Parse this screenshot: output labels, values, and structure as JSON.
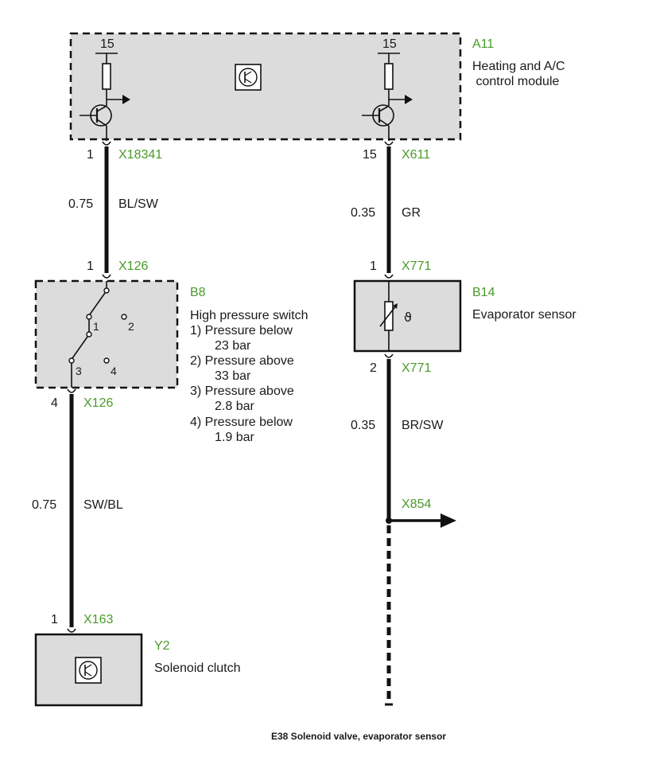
{
  "components": {
    "a11": {
      "id": "A11",
      "name_line1": "Heating and A/C",
      "name_line2": " control module",
      "supply_left": "15",
      "supply_right": "15"
    },
    "b8": {
      "id": "B8",
      "name": "High pressure switch",
      "notes": [
        "1) Pressure below",
        "23 bar",
        "2) Pressure above",
        "33 bar",
        "3) Pressure above",
        "2.8 bar",
        "4) Pressure below",
        "1.9 bar"
      ],
      "contacts": [
        "1",
        "2",
        "3",
        "4"
      ]
    },
    "b14": {
      "id": "B14",
      "name": "Evaporator sensor"
    },
    "y2": {
      "id": "Y2",
      "name": "Solenoid clutch"
    }
  },
  "connectors": {
    "x18341": {
      "pin": "1",
      "name": "X18341"
    },
    "x611": {
      "pin": "15",
      "name": "X611"
    },
    "x126_top": {
      "pin": "1",
      "name": "X126"
    },
    "x126_bottom": {
      "pin": "4",
      "name": "X126"
    },
    "x771_top": {
      "pin": "1",
      "name": "X771"
    },
    "x771_bottom": {
      "pin": "2",
      "name": "X771"
    },
    "x854": {
      "name": "X854"
    },
    "x163": {
      "pin": "1",
      "name": "X163"
    }
  },
  "wires": {
    "w1": {
      "size": "0.75",
      "color": "BL/SW"
    },
    "w2": {
      "size": "0.35",
      "color": "GR"
    },
    "w3": {
      "size": "0.35",
      "color": "BR/SW"
    },
    "w4": {
      "size": "0.75",
      "color": "SW/BL"
    }
  },
  "caption": "E38 Solenoid valve, evaporator sensor",
  "colors": {
    "connector_label": "#4a9a2a",
    "component_fill": "#dcdcdc"
  }
}
